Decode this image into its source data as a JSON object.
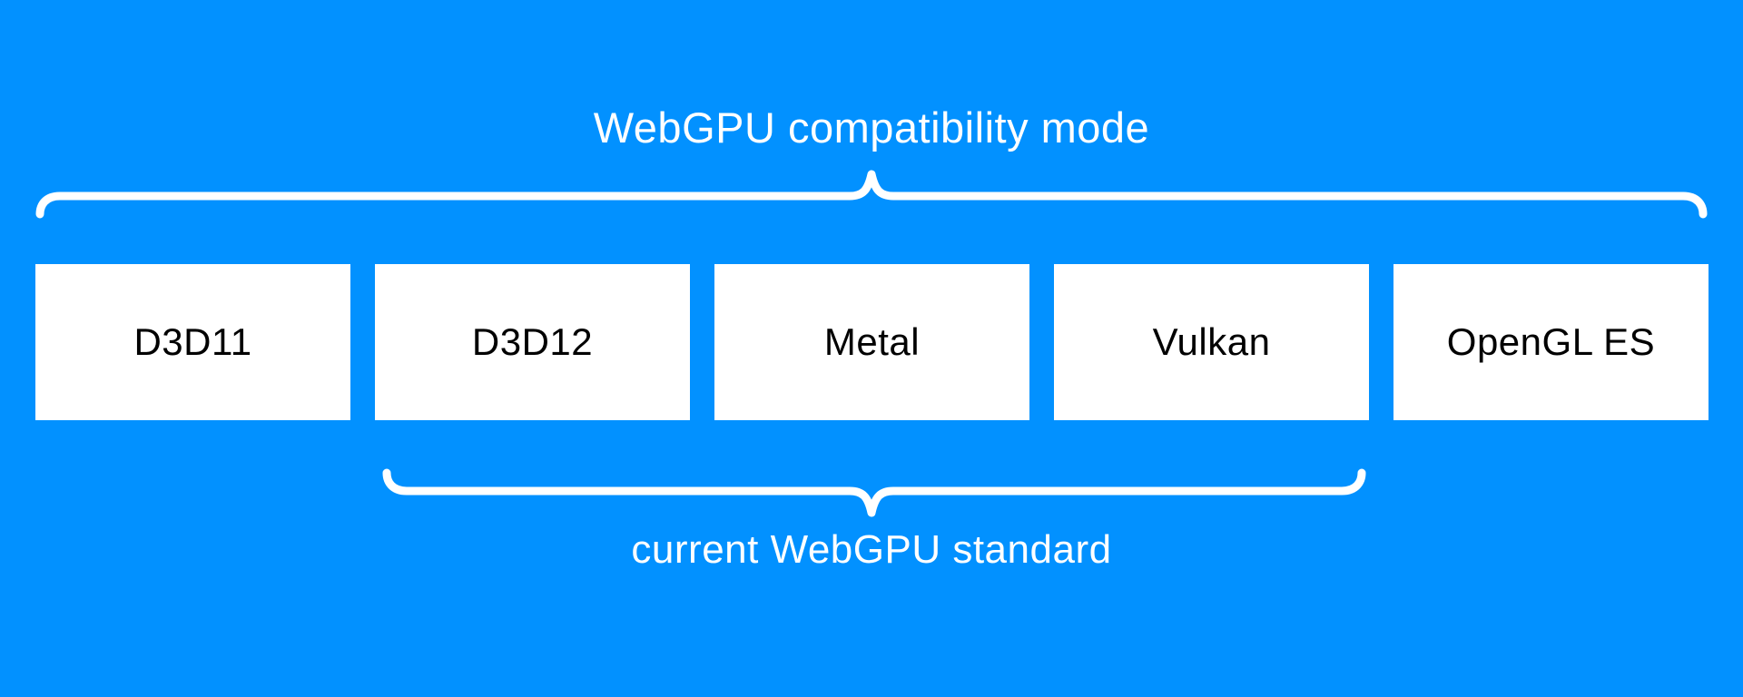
{
  "diagram": {
    "top_label": "WebGPU compatibility mode",
    "bottom_label": "current WebGPU standard",
    "boxes": [
      {
        "label": "D3D11"
      },
      {
        "label": "D3D12"
      },
      {
        "label": "Metal"
      },
      {
        "label": "Vulkan"
      },
      {
        "label": "OpenGL ES"
      }
    ],
    "colors": {
      "background": "#0291ff",
      "brace_line": "#ffffff",
      "label_text": "#ffffff",
      "box_background": "#ffffff",
      "box_text": "#000000"
    }
  }
}
